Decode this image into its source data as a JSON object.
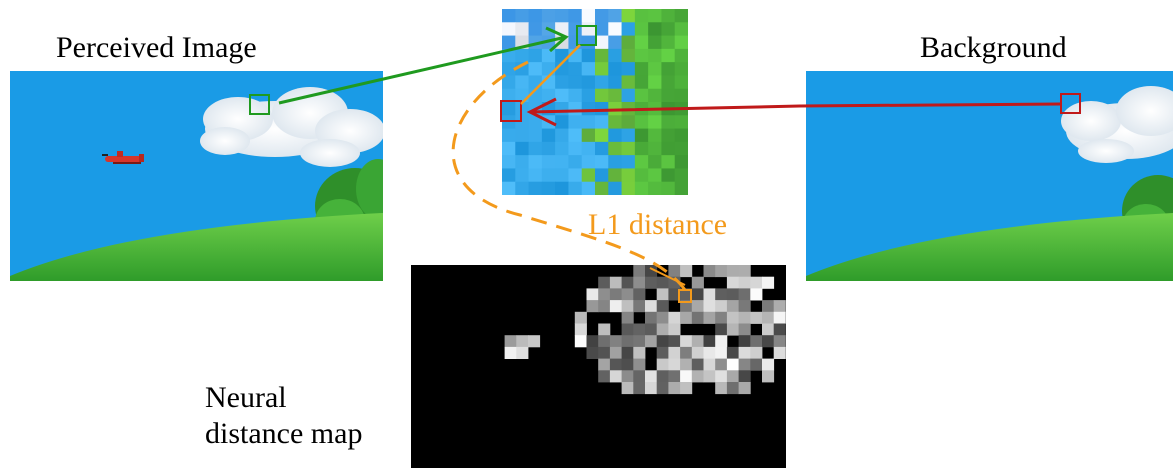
{
  "labels": {
    "perceived_image": "Perceived Image",
    "background": "Background",
    "neural_line1": "Neural",
    "neural_line2": "distance map",
    "l1_distance": "L1 distance"
  },
  "colors": {
    "sky": "#1a9be6",
    "cloud": "#f2f5f8",
    "grass": "#3aae34",
    "grass_light": "#63c64a",
    "green_arrow": "#1f9a1f",
    "red_arrow": "#c01a1a",
    "orange": "#f39a1c"
  }
}
